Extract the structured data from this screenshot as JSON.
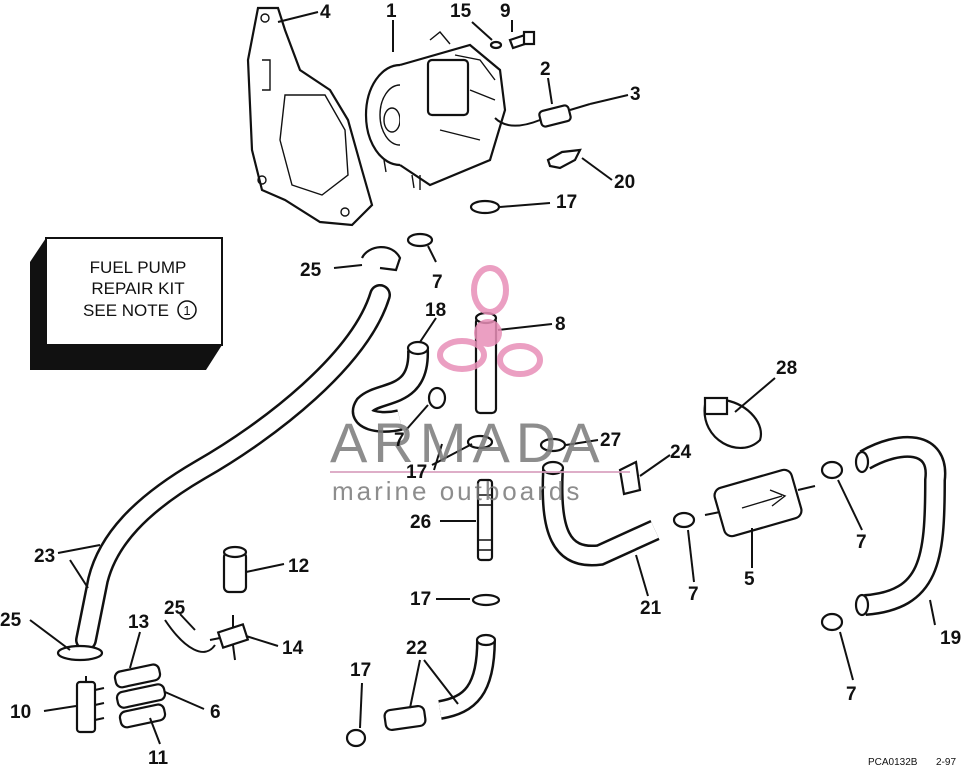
{
  "kit_box": {
    "line1": "FUEL PUMP",
    "line2": "REPAIR KIT",
    "line3": "SEE NOTE",
    "note_number": "1"
  },
  "watermark": {
    "brand": "ARMADA",
    "tagline": "marine outboards"
  },
  "footer": {
    "drawing_code": "PCA0132B",
    "date_code": "2-97"
  },
  "callouts": {
    "c1": "1",
    "c2": "2",
    "c3": "3",
    "c4": "4",
    "c5": "5",
    "c6": "6",
    "c7a": "7",
    "c7b": "7",
    "c7c": "7",
    "c7d": "7",
    "c7e": "7",
    "c8": "8",
    "c9": "9",
    "c10": "10",
    "c11": "11",
    "c12": "12",
    "c13": "13",
    "c14": "14",
    "c15": "15",
    "c17a": "17",
    "c17b": "17",
    "c17c": "17",
    "c17d": "17",
    "c18": "18",
    "c19": "19",
    "c20": "20",
    "c21": "21",
    "c22": "22",
    "c23": "23",
    "c24": "24",
    "c25a": "25",
    "c25b": "25",
    "c25c": "25",
    "c26": "26",
    "c27": "27",
    "c28": "28"
  },
  "colors": {
    "line": "#111111",
    "kit_shadow": "#111111",
    "watermark_text": "#7a7a7a",
    "watermark_prop": "#e88fb8",
    "watermark_rule": "#d9a0bf"
  }
}
